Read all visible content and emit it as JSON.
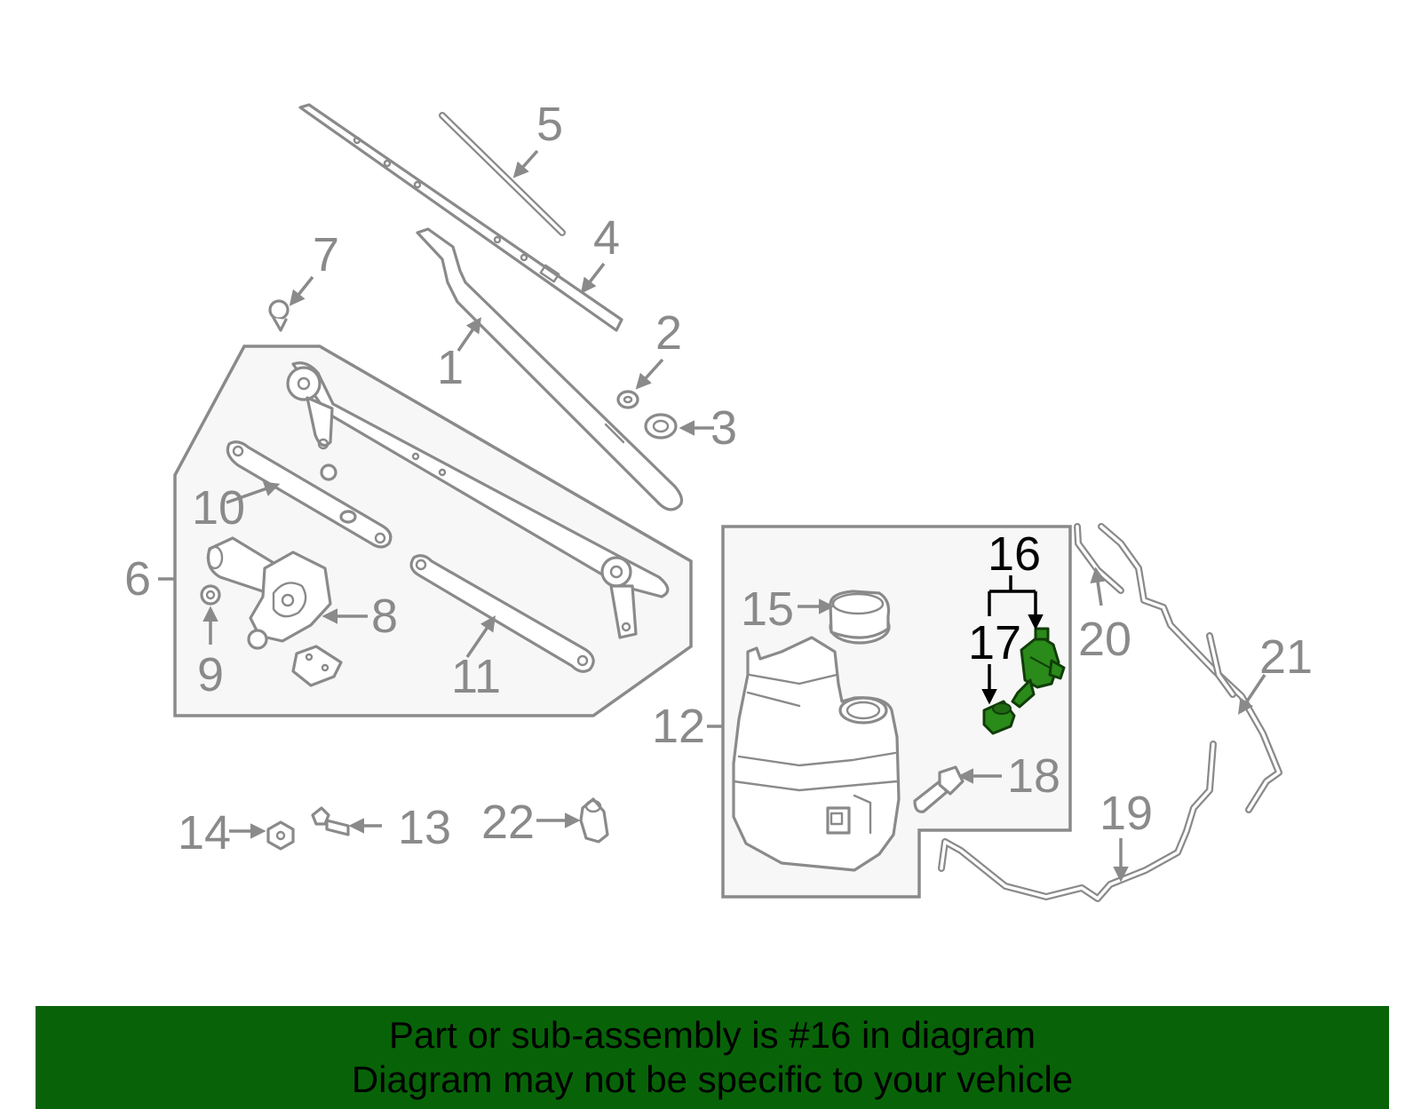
{
  "banner": {
    "line1": "Part or sub-assembly is #16 in diagram",
    "line2": "Diagram may not be specific to your vehicle",
    "background": "#086308"
  },
  "highlight": {
    "part_number": "16",
    "color": "#2a8a1a"
  },
  "callouts": {
    "c1": "1",
    "c2": "2",
    "c3": "3",
    "c4": "4",
    "c5": "5",
    "c6": "6",
    "c7": "7",
    "c8": "8",
    "c9": "9",
    "c10": "10",
    "c11": "11",
    "c12": "12",
    "c13": "13",
    "c14": "14",
    "c15": "15",
    "c16": "16",
    "c17": "17",
    "c18": "18",
    "c19": "19",
    "c20": "20",
    "c21": "21",
    "c22": "22"
  }
}
